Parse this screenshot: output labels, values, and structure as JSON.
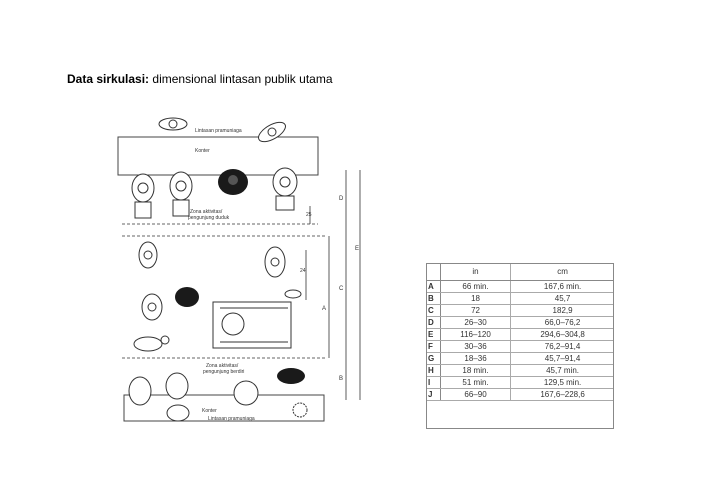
{
  "title": {
    "bold": "Data sirkulasi:",
    "rest": "dimensional lintasan publik utama"
  },
  "diagram": {
    "labels": {
      "lintasan_top": "Lintasan pramuniaga",
      "konter_top": "Konter",
      "zona_duduk_1": "Zona aktivitas/",
      "zona_duduk_2": "pengunjung duduk",
      "zona_berdiri_1": "Zona aktivitas/",
      "zona_berdiri_2": "pengunjung berdiri",
      "konter_bottom": "Konter",
      "lintasan_bottom": "Lintasan pramuniaga"
    },
    "dims": {
      "d": "D",
      "e": "E",
      "c": "C",
      "a": "A",
      "b": "B",
      "v24": "24",
      "v25": "25"
    }
  },
  "table": {
    "header": {
      "key": "",
      "in": "in",
      "cm": "cm"
    },
    "rows": [
      {
        "key": "A",
        "in": "66 min.",
        "cm": "167,6 min."
      },
      {
        "key": "B",
        "in": "18",
        "cm": "45,7"
      },
      {
        "key": "C",
        "in": "72",
        "cm": "182,9"
      },
      {
        "key": "D",
        "in": "26–30",
        "cm": "66,0–76,2"
      },
      {
        "key": "E",
        "in": "116–120",
        "cm": "294,6–304,8"
      },
      {
        "key": "F",
        "in": "30–36",
        "cm": "76,2–91,4"
      },
      {
        "key": "G",
        "in": "18–36",
        "cm": "45,7–91,4"
      },
      {
        "key": "H",
        "in": "18 min.",
        "cm": "45,7 min."
      },
      {
        "key": "I",
        "in": "51 min.",
        "cm": "129,5 min."
      },
      {
        "key": "J",
        "in": "66–90",
        "cm": "167,6–228,6"
      }
    ]
  }
}
